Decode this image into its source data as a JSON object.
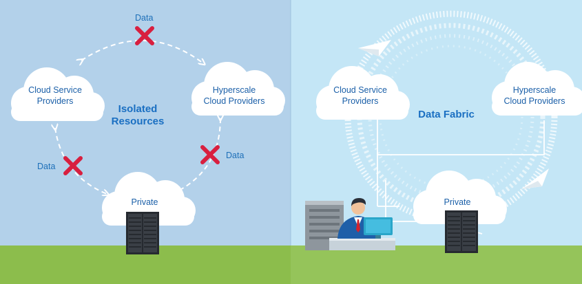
{
  "left_panel": {
    "title_line1": "Isolated",
    "title_line2": "Resources",
    "cloud_service_line1": "Cloud Service",
    "cloud_service_line2": "Providers",
    "hyperscale_line1": "Hyperscale",
    "hyperscale_line2": "Cloud Providers",
    "private_label": "Private",
    "data_label_top": "Data",
    "data_label_left": "Data",
    "data_label_right": "Data"
  },
  "right_panel": {
    "title": "Data Fabric",
    "cloud_service_line1": "Cloud Service",
    "cloud_service_line2": "Providers",
    "hyperscale_line1": "Hyperscale",
    "hyperscale_line2": "Cloud Providers",
    "private_label": "Private"
  },
  "colors": {
    "left_bg": "#b3d1ea",
    "right_bg": "#c4e6f6",
    "ground": "#8fbf4f",
    "x_mark": "#d81f3f",
    "text_blue": "#1a6fc2"
  },
  "icons": [
    "x-mark-icon",
    "server-rack-icon",
    "paper-plane-icon",
    "person-at-computer-icon",
    "building-icon"
  ]
}
